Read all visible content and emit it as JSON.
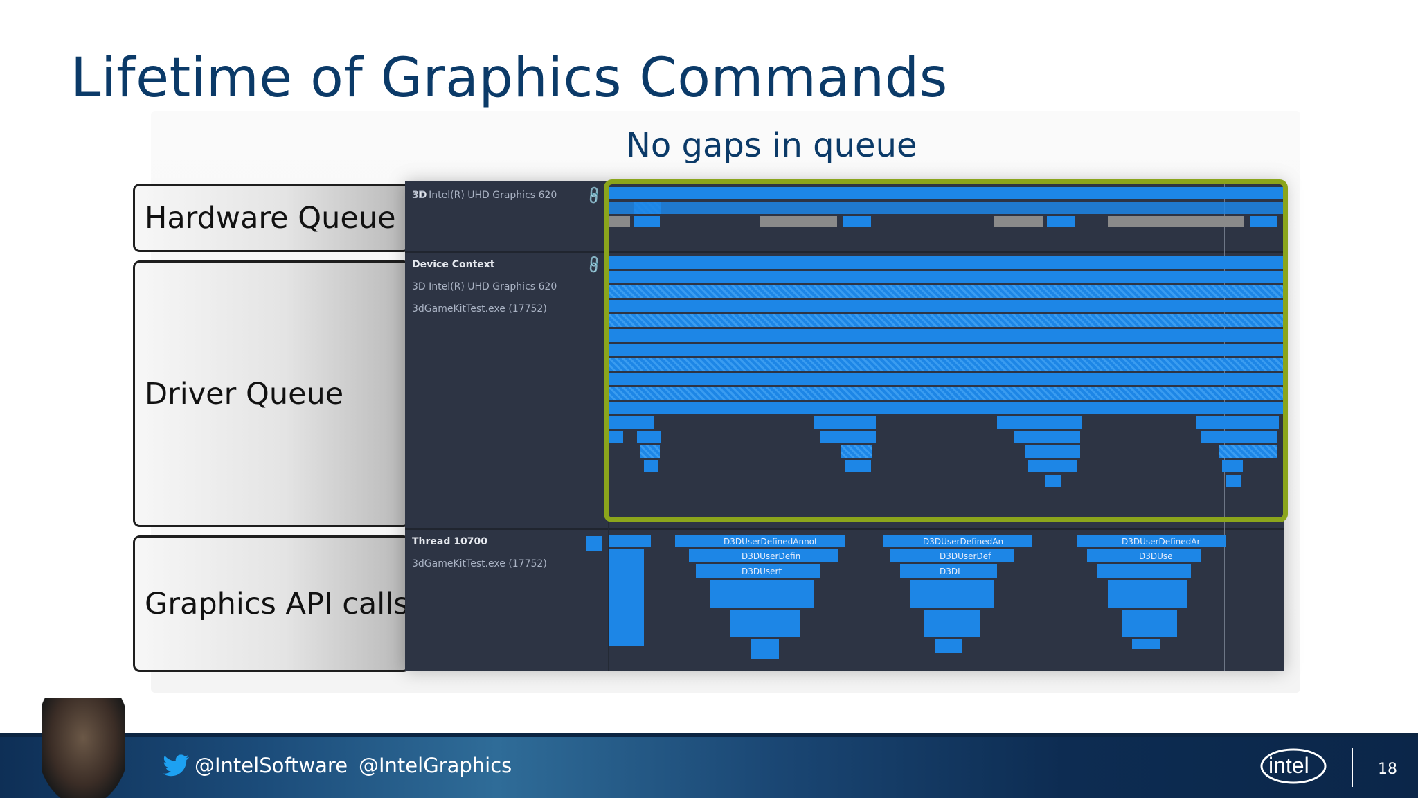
{
  "slide": {
    "title": "Lifetime of Graphics Commands",
    "callout": "No gaps in queue",
    "page_number": "18"
  },
  "labels": {
    "hardware": "Hardware Queue",
    "driver": "Driver Queue",
    "api": "Graphics API calls"
  },
  "screenshot": {
    "hw_row": "3D Intel(R) UHD Graphics 620",
    "hw_row_prefix": "3D",
    "device_context": "Device Context",
    "device_gpu": "3D Intel(R) UHD Graphics 620",
    "device_process": "3dGameKitTest.exe (17752)",
    "thread": "Thread 10700",
    "thread_process": "3dGameKitTest.exe (17752)",
    "api_labels": [
      [
        "D3DUserDefinedAnnot",
        "D3DUserDefin",
        "D3DUsert"
      ],
      [
        "D3DUserDefinedAn",
        "D3DUserDef",
        "D3DL"
      ],
      [
        "D3DUserDefinedAr",
        "D3DUse"
      ]
    ],
    "link_icon": "link-icon"
  },
  "footer": {
    "twitter": "@IntelSoftware",
    "graphics": "@IntelGraphics",
    "logo_text": "intel",
    "icons": [
      "twitter-icon",
      "intel-logo"
    ]
  },
  "colors": {
    "title": "#0b3a68",
    "bar": "#1d86e6",
    "highlight": "#8ba51c",
    "panel": "#2d3444"
  }
}
